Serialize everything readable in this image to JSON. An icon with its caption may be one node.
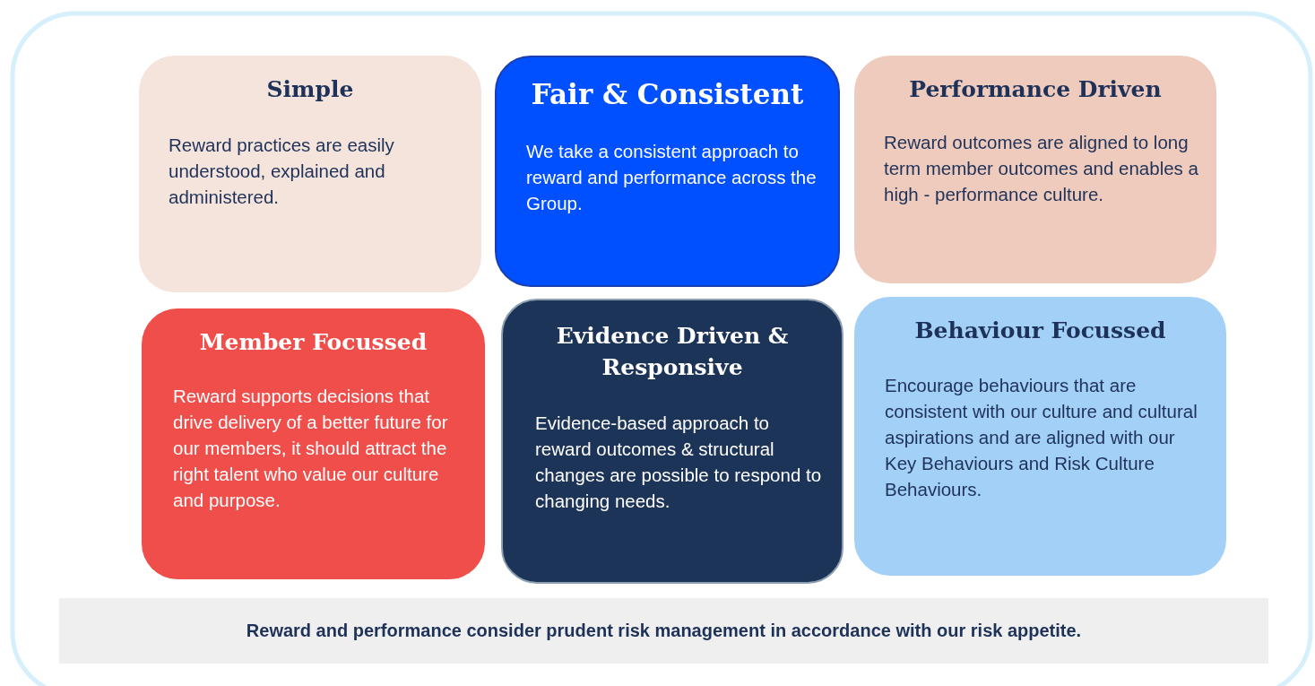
{
  "diagram": {
    "nodes": [
      {
        "text": [
          "Simple",
          "Reward practices are easily understood, explained and administered."
        ]
      },
      {
        "text": [
          "Fair & Consistent",
          "We take a consistent approach to reward and performance across the Group."
        ]
      },
      {
        "text": [
          "Performance Driven",
          "Reward outcomes are aligned to long term member outcomes and enables a high - performance culture."
        ]
      },
      {
        "text": [
          "Member Focussed",
          "Reward supports decisions that drive delivery of a better future for our members, it should attract the right talent who value our culture and purpose."
        ]
      },
      {
        "text": [
          "Evidence Driven & Responsive",
          "Evidence-based approach to reward outcomes & structural changes are possible to respond to changing needs."
        ]
      },
      {
        "text": [
          "Behaviour Focussed",
          "Encourage behaviours that are consistent with our culture and cultural aspirations and are aligned with our Key Behaviours and Risk Culture Behaviours."
        ]
      },
      {
        "text": [
          "Reward and performance consider prudent risk management in accordance with our risk appetite."
        ]
      }
    ]
  }
}
